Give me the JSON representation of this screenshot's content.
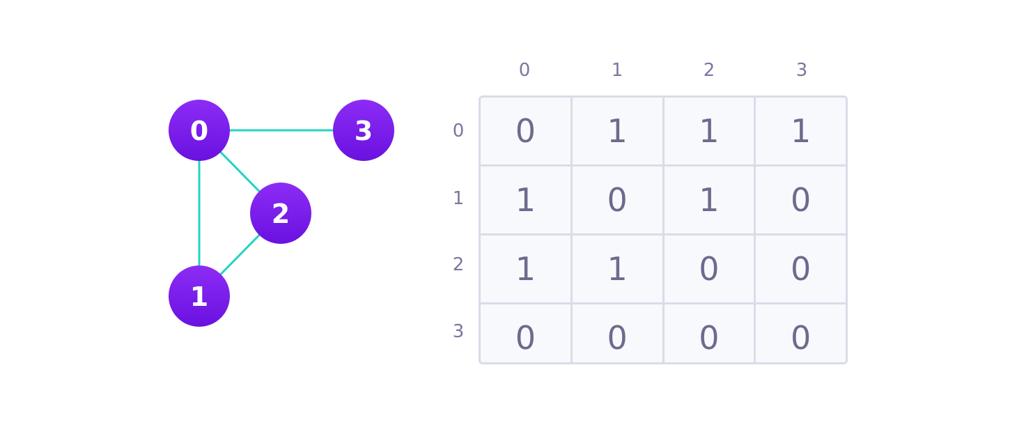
{
  "colors": {
    "node_fill_top": "#8c2cf5",
    "node_fill_bottom": "#6a11e0",
    "edge": "#22d3c5",
    "label": "#7b76a0",
    "cell_text": "#6e6a8e",
    "grid_line": "#d7dde8",
    "cell_bg": "#f8f9fc"
  },
  "graph": {
    "nodes": [
      {
        "id": "0",
        "label": "0"
      },
      {
        "id": "1",
        "label": "1"
      },
      {
        "id": "2",
        "label": "2"
      },
      {
        "id": "3",
        "label": "3"
      }
    ],
    "edges": [
      {
        "from": "0",
        "to": "3"
      },
      {
        "from": "0",
        "to": "2"
      },
      {
        "from": "0",
        "to": "1"
      },
      {
        "from": "1",
        "to": "2"
      }
    ]
  },
  "matrix": {
    "column_headers": [
      "0",
      "1",
      "2",
      "3"
    ],
    "row_headers": [
      "0",
      "1",
      "2",
      "3"
    ],
    "rows": [
      [
        "0",
        "1",
        "1",
        "1"
      ],
      [
        "1",
        "0",
        "1",
        "0"
      ],
      [
        "1",
        "1",
        "0",
        "0"
      ],
      [
        "0",
        "0",
        "0",
        "0"
      ]
    ]
  }
}
